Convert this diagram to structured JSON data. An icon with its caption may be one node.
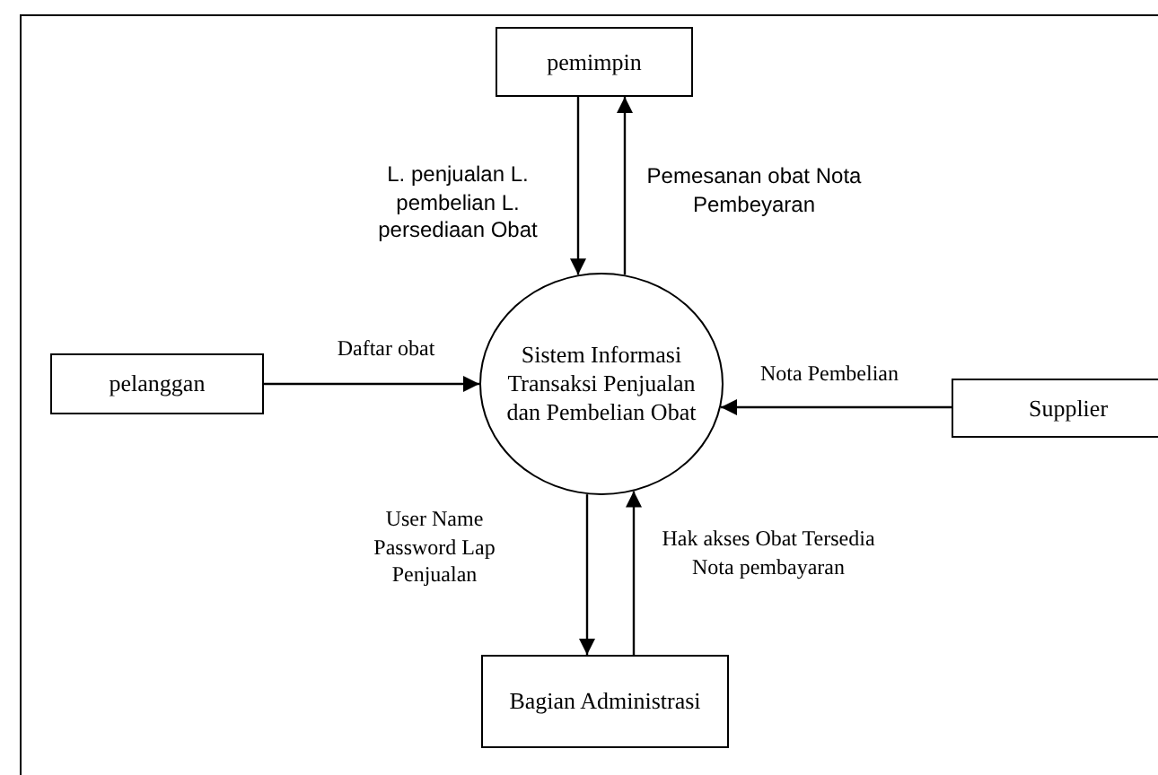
{
  "diagram": {
    "nodes": [
      {
        "text": [
          "pemimpin"
        ]
      },
      {
        "text": [
          "pelanggan"
        ]
      },
      {
        "text": [
          "Sistem Informasi Transaksi Penjualan dan Pembelian Obat"
        ]
      },
      {
        "text": [
          "Supplier"
        ]
      },
      {
        "text": [
          "Bagian Administrasi"
        ]
      }
    ],
    "edges": [
      {
        "from": 0,
        "to": 2,
        "arrow": "to",
        "label": "L. penjualan L. pembelian L. persediaan Obat"
      },
      {
        "from": 2,
        "to": 0,
        "arrow": "to",
        "label": "Pemesanan obat Nota Pembeyaran"
      },
      {
        "from": 1,
        "to": 2,
        "arrow": "to",
        "label": "Daftar obat"
      },
      {
        "from": 3,
        "to": 2,
        "arrow": "to",
        "label": "Nota Pembelian"
      },
      {
        "from": 2,
        "to": 4,
        "arrow": "to",
        "label": "User Name Password Lap Penjualan"
      },
      {
        "from": 4,
        "to": 2,
        "arrow": "to",
        "label": "Hak akses Obat Tersedia Nota pembayaran"
      }
    ]
  }
}
